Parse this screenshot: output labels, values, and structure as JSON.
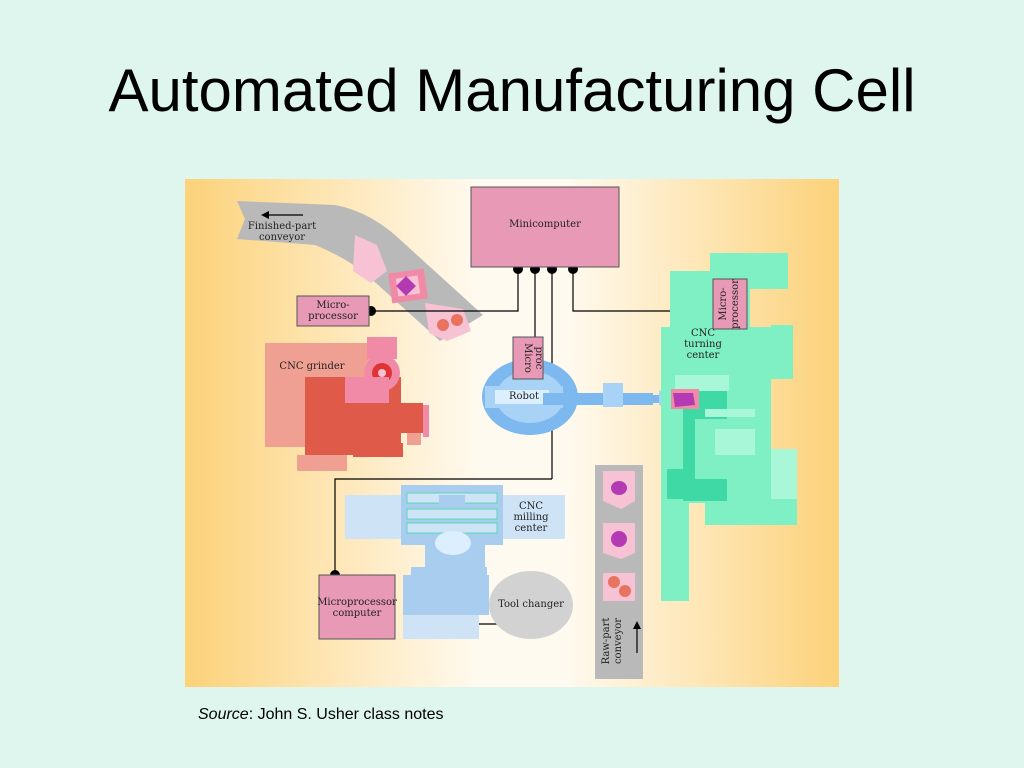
{
  "title": "Automated Manufacturing Cell",
  "source": {
    "prefix": "Source",
    "text": ": John S. Usher class notes"
  },
  "diagram": {
    "minicomputer": "Minicomputer",
    "microprocessor_top": [
      "Micro-",
      "processor"
    ],
    "cnc_grinder": "CNC grinder",
    "finished_part_conveyor": [
      "Finished-part",
      "conveyor"
    ],
    "micro_proc": [
      "Micro",
      "proc"
    ],
    "robot": "Robot",
    "micro_processor_vertical": [
      "Micro-",
      "processor"
    ],
    "cnc_turning_center": [
      "CNC",
      "turning",
      "center"
    ],
    "cnc_milling_center": [
      "CNC",
      "milling",
      "center"
    ],
    "microprocessor_computer": [
      "Microprocessor",
      "computer"
    ],
    "tool_changer": "Tool changer",
    "raw_part_conveyor": [
      "Raw-part",
      "conveyor"
    ]
  },
  "colors": {
    "background": "#dff6ef",
    "panel_edge": "#fcd27a",
    "panel_center": "#fffaf0",
    "computer_pink": "#e899b6",
    "grinder_red": "#e05a4a",
    "turning_green": "#7ff0c4",
    "milling_blue": "#a9cdee",
    "robot_blue": "#7db8ee",
    "conveyor_gray": "#b9b9b9"
  }
}
